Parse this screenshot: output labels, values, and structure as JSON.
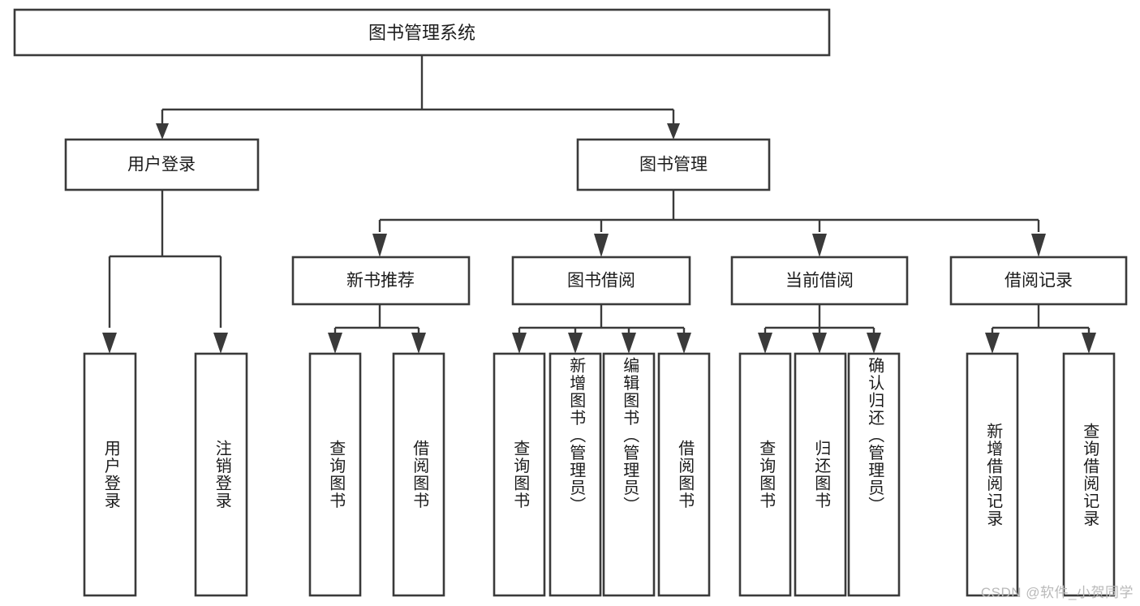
{
  "diagram": {
    "title": "图书管理系统",
    "type": "tree",
    "orientation": "top-down",
    "colors": {
      "box_stroke": "#3a3a3a",
      "box_fill": "#ffffff",
      "edge": "#3a3a3a",
      "text": "#1c1c1c",
      "watermark": "#b9b9b9"
    },
    "root": {
      "label": "图书管理系统"
    },
    "level2": [
      {
        "label": "用户登录"
      },
      {
        "label": "图书管理"
      }
    ],
    "level3": [
      {
        "label": "新书推荐"
      },
      {
        "label": "图书借阅"
      },
      {
        "label": "当前借阅"
      },
      {
        "label": "借阅记录"
      }
    ],
    "leaves": {
      "user_login": [
        {
          "label": "用户登录"
        },
        {
          "label": "注销登录"
        }
      ],
      "new_book_recommend": [
        {
          "label": "查询图书"
        },
        {
          "label": "借阅图书"
        }
      ],
      "book_borrow": [
        {
          "label": "查询图书"
        },
        {
          "label": "新增图书（管理员）"
        },
        {
          "label": "编辑图书（管理员）"
        },
        {
          "label": "借阅图书"
        }
      ],
      "current_borrow": [
        {
          "label": "查询图书"
        },
        {
          "label": "归还图书"
        },
        {
          "label": "确认归还（管理员）"
        }
      ],
      "borrow_record": [
        {
          "label": "新增借阅记录"
        },
        {
          "label": "查询借阅记录"
        }
      ]
    }
  },
  "watermark": {
    "text": "CSDN @软件_小贺同学"
  }
}
